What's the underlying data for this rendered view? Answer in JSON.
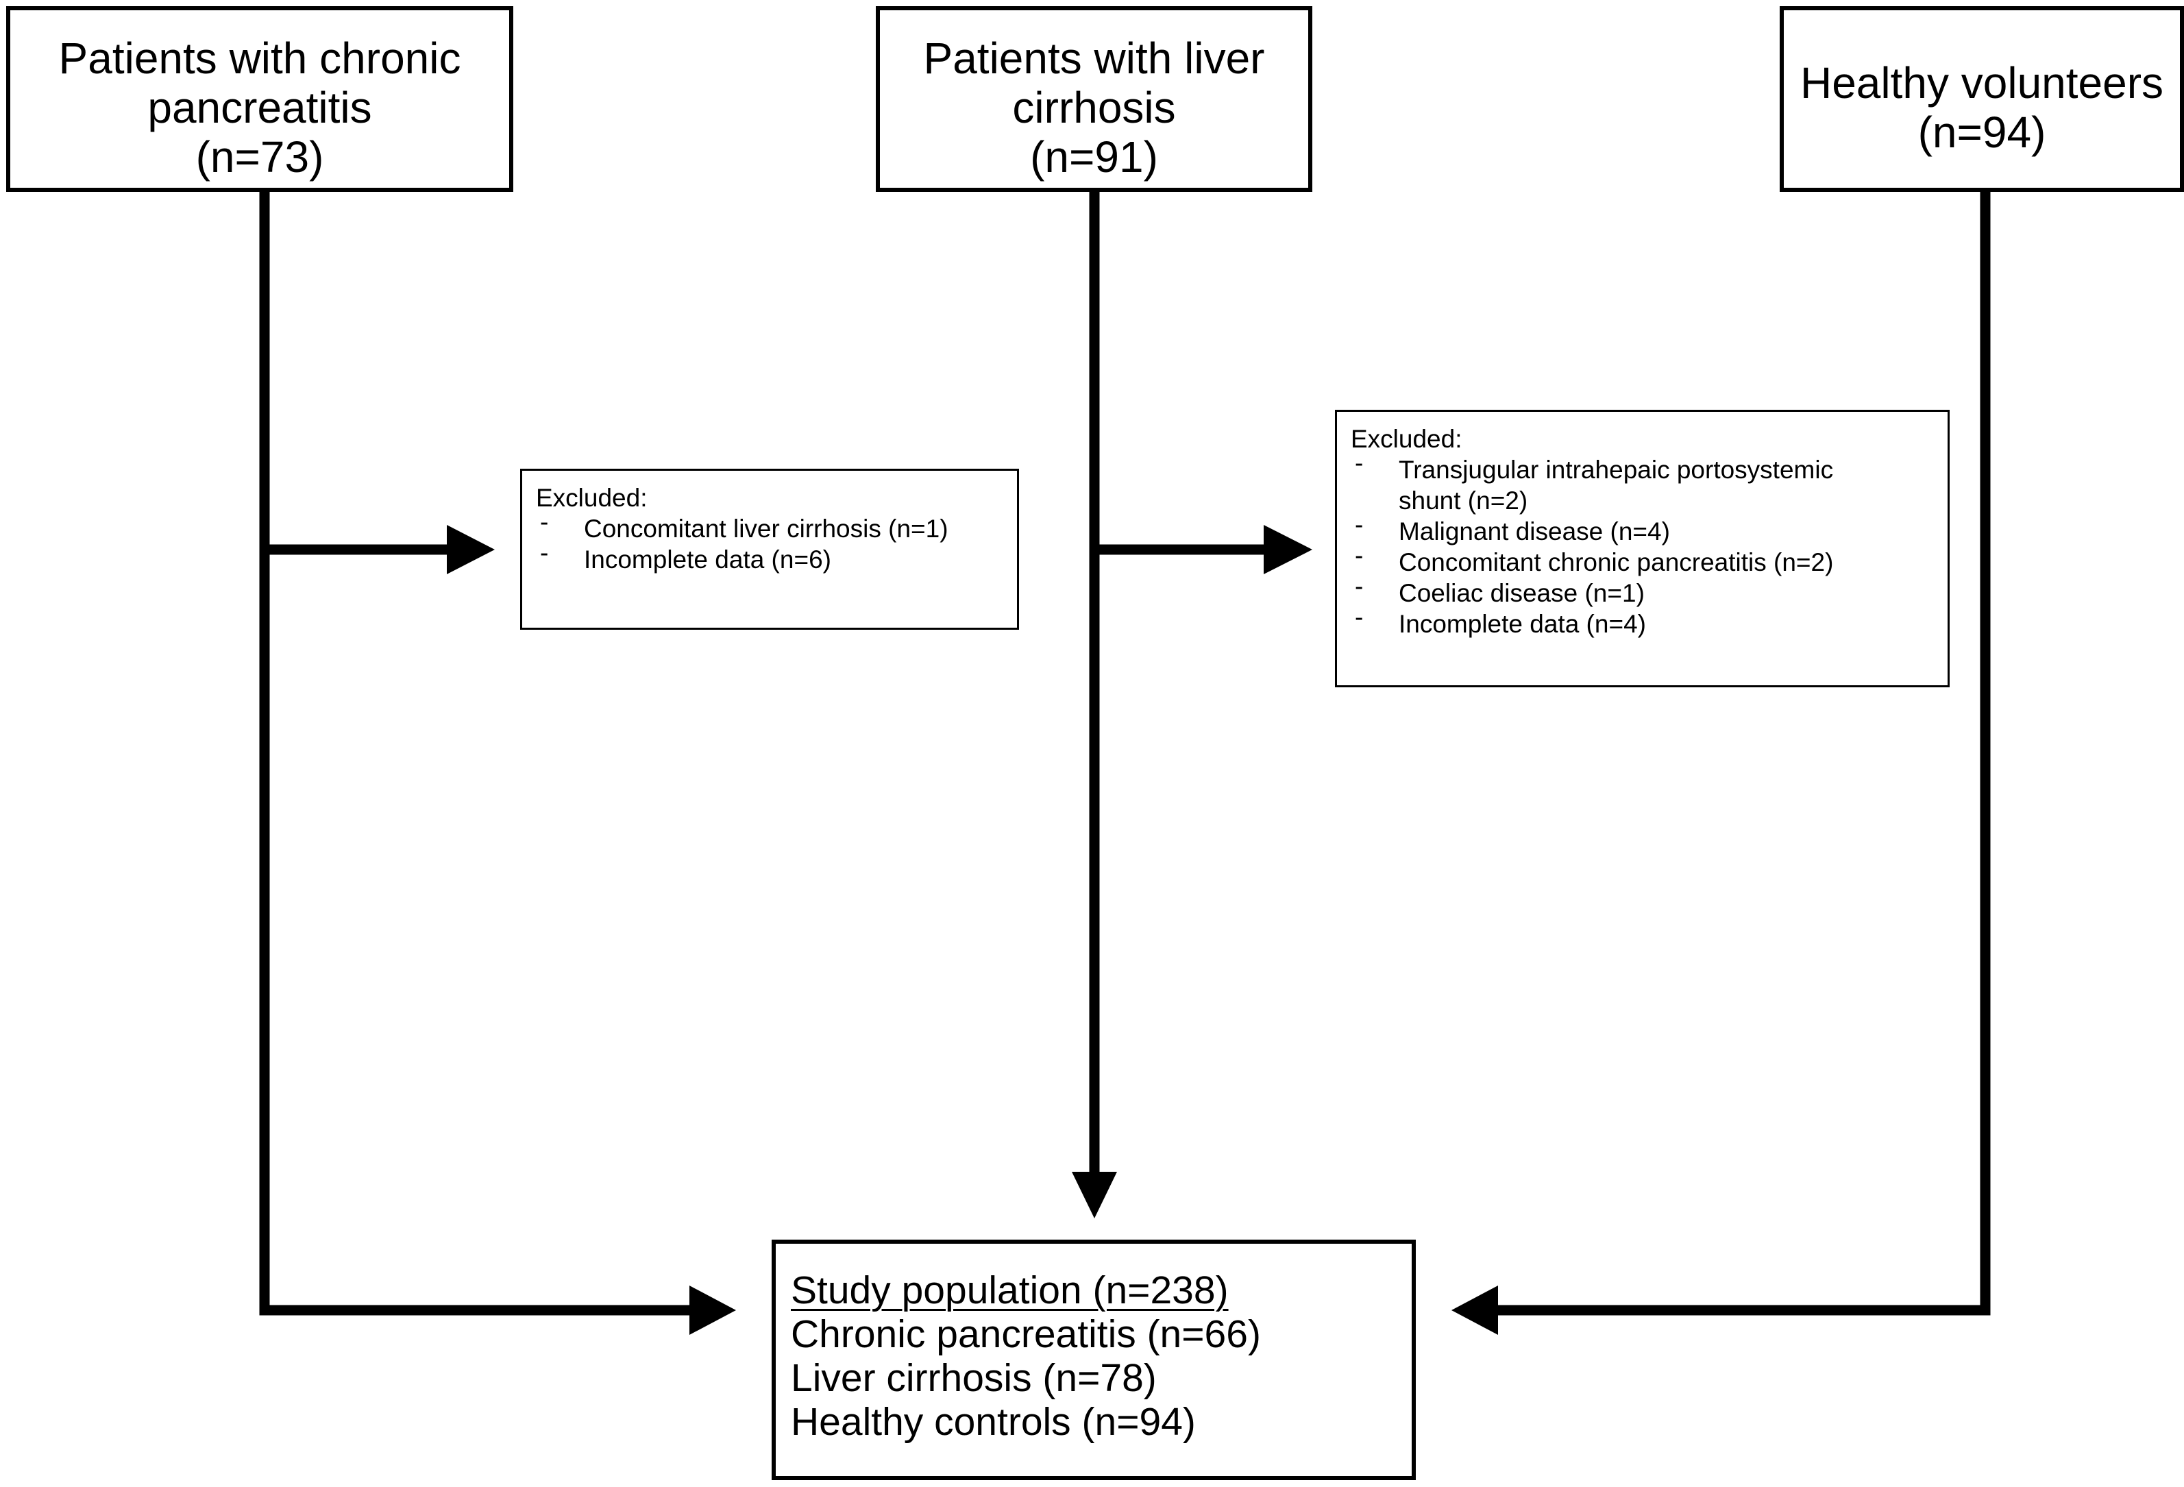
{
  "sources": {
    "chronic_pancreatitis": {
      "line1": "Patients with chronic",
      "line2": "pancreatitis",
      "count": "(n=73)"
    },
    "liver_cirrhosis": {
      "line1": "Patients with liver",
      "line2": "cirrhosis",
      "count": "(n=91)"
    },
    "healthy_volunteers": {
      "line1": "Healthy volunteers",
      "count": "(n=94)"
    }
  },
  "exclusions": {
    "pancreatitis": {
      "heading": "Excluded:",
      "items": [
        "Concomitant liver cirrhosis (n=1)",
        "Incomplete data (n=6)"
      ]
    },
    "cirrhosis": {
      "heading": "Excluded:",
      "items": [
        "Transjugular intrahepaic portosystemic",
        "shunt (n=2)",
        "Malignant disease (n=4)",
        "Concomitant chronic pancreatitis (n=2)",
        "Coeliac disease (n=1)",
        "Incomplete data (n=4)"
      ]
    }
  },
  "study_population": {
    "title": "Study population (n=238)",
    "groups": [
      "Chronic pancreatitis (n=66)",
      "Liver cirrhosis (n=78)",
      "Healthy controls (n=94)"
    ]
  },
  "bullet_marker": "-"
}
